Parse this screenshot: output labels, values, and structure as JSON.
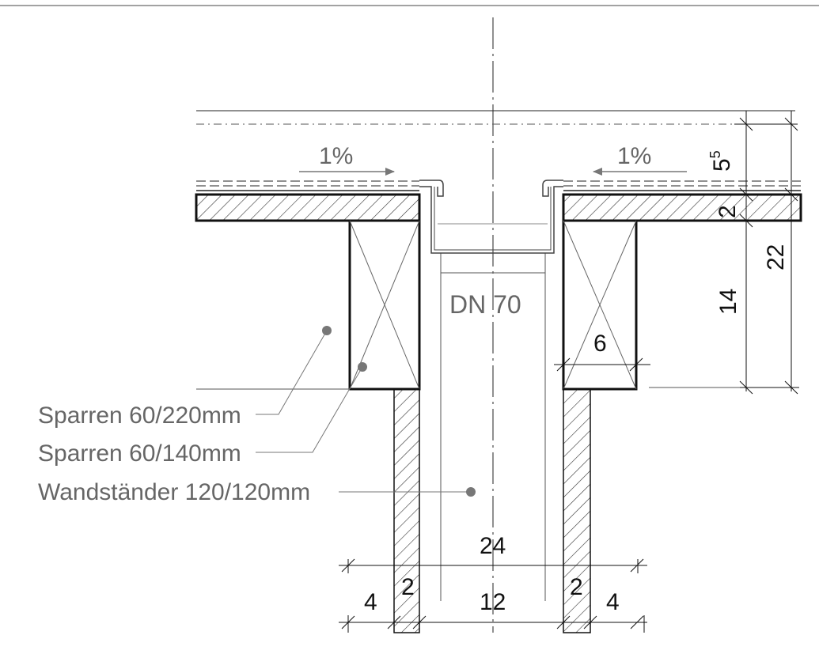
{
  "slope_left": "1%",
  "slope_right": "1%",
  "pipe": "DN 70",
  "labels": {
    "sparren_220": "Sparren 60/220mm",
    "sparren_140": "Sparren 60/140mm",
    "wandstaender": "Wandständer 120/120mm"
  },
  "dims": {
    "insulation_main": "5",
    "insulation_sup": "5",
    "deck": "2",
    "rafter_total": "22",
    "rafter_small": "14",
    "beam_width": "6",
    "overall": "24",
    "left_outer": "4",
    "left_inner": "2",
    "center": "12",
    "right_inner": "2",
    "right_outer": "4"
  },
  "colors": {
    "line": "#111111",
    "annotation": "#666666",
    "hatch": "#333333"
  }
}
